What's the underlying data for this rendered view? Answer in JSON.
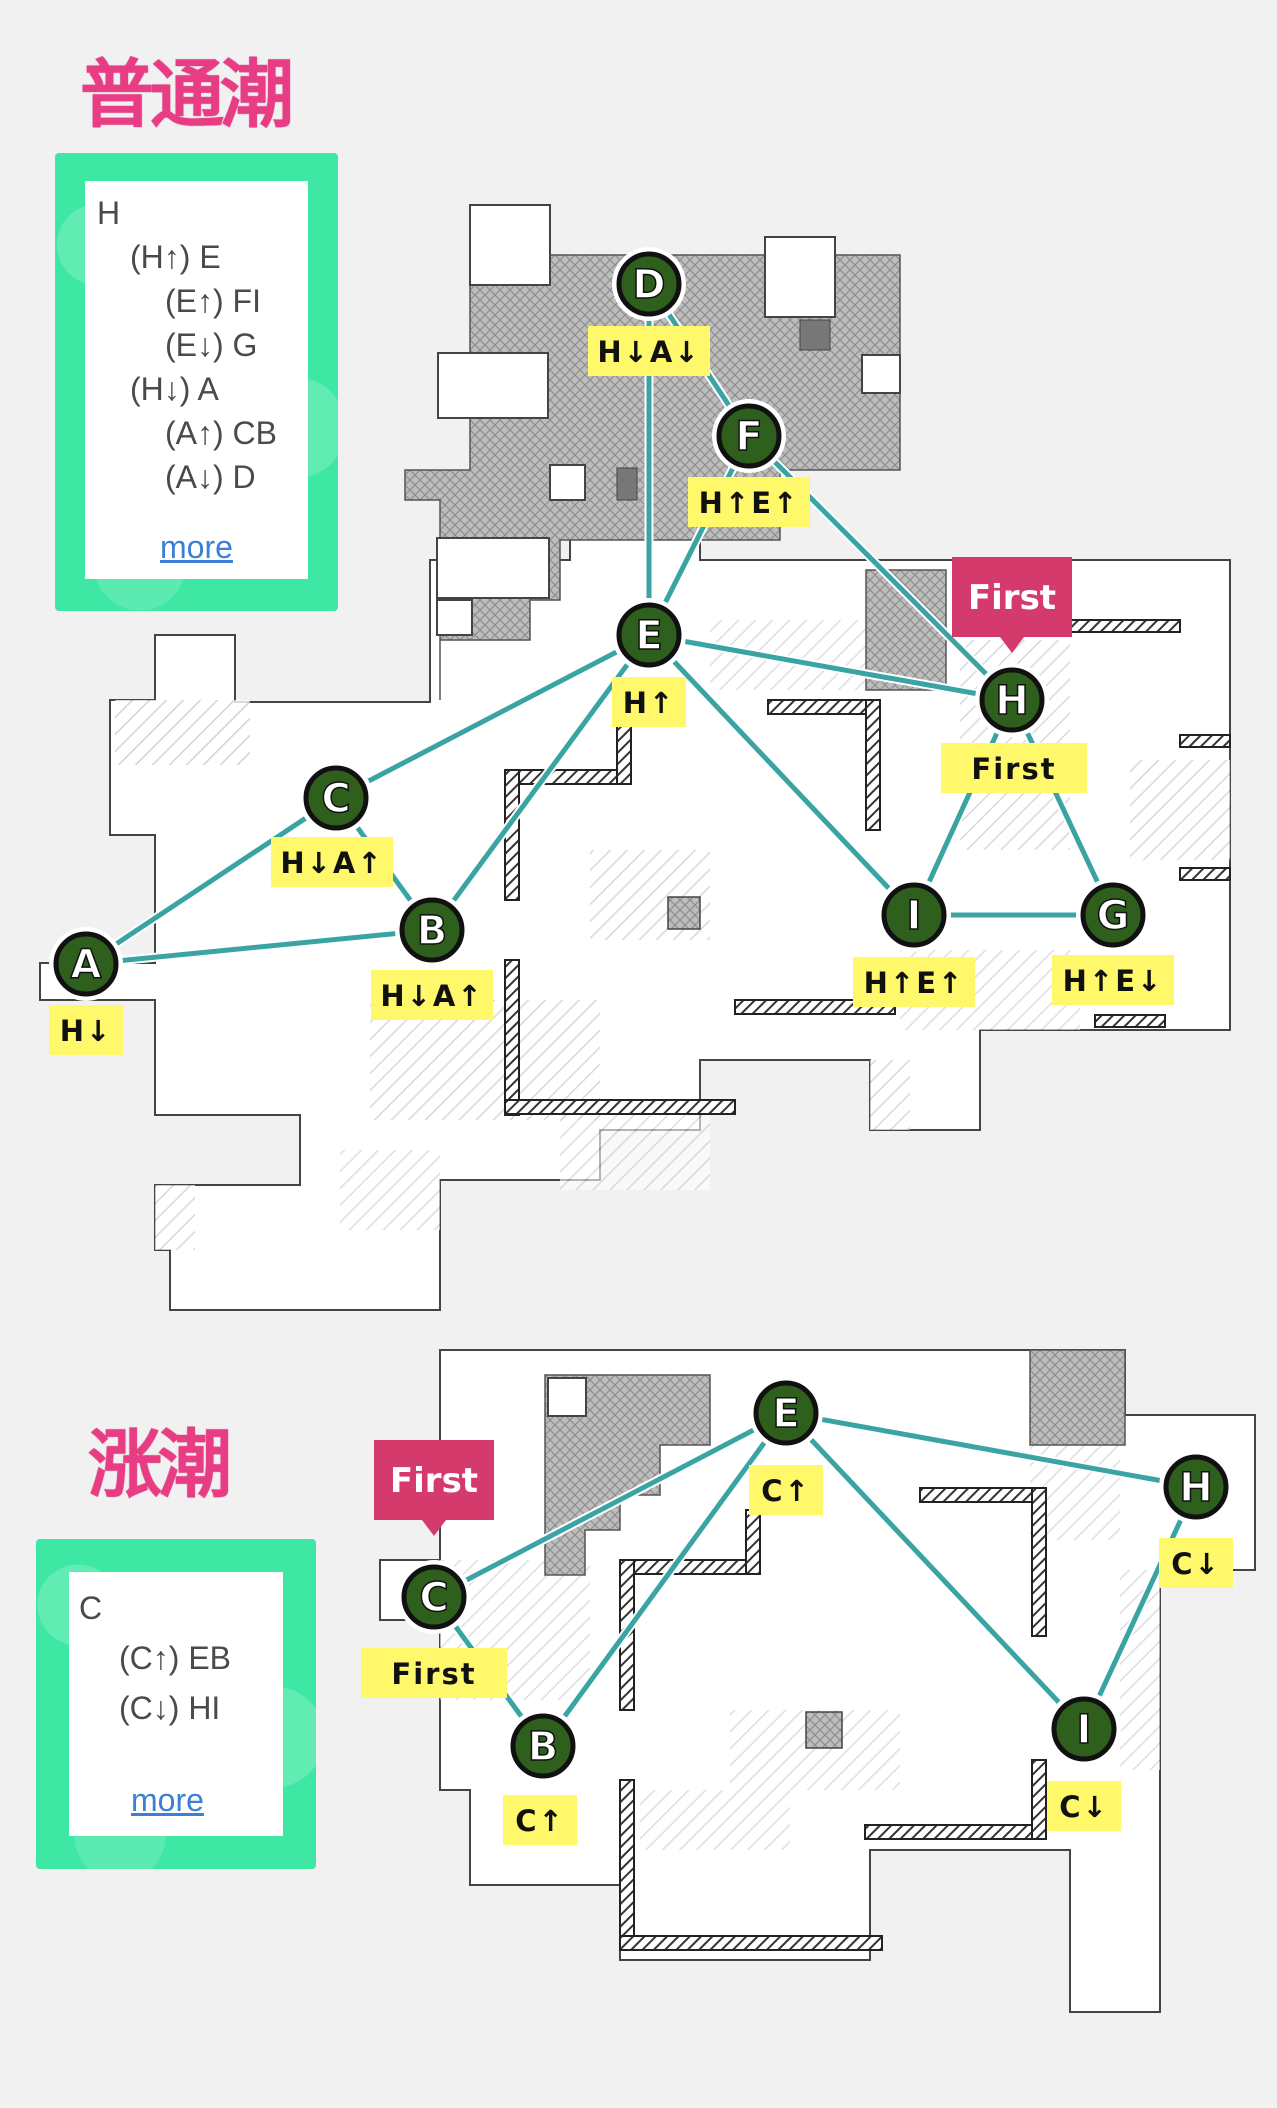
{
  "map1": {
    "title": "普通潮",
    "tree": [
      "H",
      "(H↑) E",
      "(E↑) FI",
      "(E↓) G",
      "(H↓) A",
      "(A↑) CB",
      "(A↓) D"
    ],
    "more": "more",
    "first_badge": "First",
    "nodes": [
      {
        "id": "D",
        "label": "H↓A↓"
      },
      {
        "id": "F",
        "label": "H↑E↑"
      },
      {
        "id": "E",
        "label": "H↑"
      },
      {
        "id": "H",
        "label": "First"
      },
      {
        "id": "C",
        "label": "H↓A↑"
      },
      {
        "id": "B",
        "label": "H↓A↑"
      },
      {
        "id": "A",
        "label": "H↓"
      },
      {
        "id": "I",
        "label": "H↑E↑"
      },
      {
        "id": "G",
        "label": "H↑E↓"
      }
    ],
    "edges": [
      [
        "D",
        "E"
      ],
      [
        "D",
        "F"
      ],
      [
        "F",
        "E"
      ],
      [
        "F",
        "H"
      ],
      [
        "E",
        "H"
      ],
      [
        "E",
        "C"
      ],
      [
        "E",
        "B"
      ],
      [
        "E",
        "I"
      ],
      [
        "C",
        "A"
      ],
      [
        "C",
        "B"
      ],
      [
        "A",
        "B"
      ],
      [
        "H",
        "I"
      ],
      [
        "H",
        "G"
      ],
      [
        "I",
        "G"
      ]
    ]
  },
  "map2": {
    "title": "涨潮",
    "tree": [
      "C",
      "(C↑) EB",
      "(C↓) HI"
    ],
    "more": "more",
    "first_badge": "First",
    "nodes": [
      {
        "id": "E",
        "label": "C↑"
      },
      {
        "id": "H",
        "label": "C↓"
      },
      {
        "id": "C",
        "label": "First"
      },
      {
        "id": "B",
        "label": "C↑"
      },
      {
        "id": "I",
        "label": "C↓"
      }
    ],
    "edges": [
      [
        "E",
        "C"
      ],
      [
        "E",
        "B"
      ],
      [
        "E",
        "H"
      ],
      [
        "E",
        "I"
      ],
      [
        "C",
        "B"
      ],
      [
        "H",
        "I"
      ]
    ]
  },
  "colors": {
    "background": "#f1f1f1",
    "title_pink": "#e83d84",
    "panel_green": "#3ee8a4",
    "node_fill": "#2f5f1d",
    "edge": "#3aa3a3",
    "label_bg": "#fff86b",
    "badge": "#d43a6c",
    "link": "#3b7fd6"
  }
}
